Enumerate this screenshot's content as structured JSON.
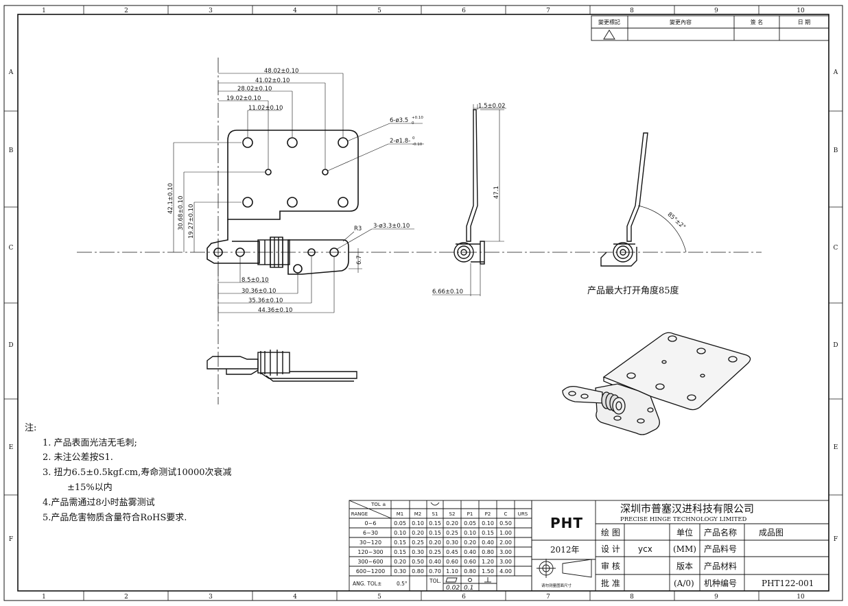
{
  "border": {
    "top_zones": [
      "1",
      "2",
      "3",
      "4",
      "5",
      "6",
      "7",
      "8",
      "9",
      "10"
    ],
    "bottom_zones": [
      "1",
      "2",
      "3",
      "4",
      "5",
      "6",
      "7",
      "8",
      "9",
      "10"
    ],
    "left_zones": [
      "A",
      "B",
      "C",
      "D",
      "E",
      "F"
    ],
    "right_zones": [
      "A",
      "B",
      "C",
      "D",
      "E",
      "F"
    ]
  },
  "revision_block": {
    "col_mark": "變更標記",
    "col_content": "變更內容",
    "col_sign": "簽 名",
    "col_date": "日 期"
  },
  "front_view": {
    "dims_top": [
      "48.02±0.10",
      "41.02±0.10",
      "28.02±0.10",
      "19.02±0.10",
      "11.02±0.10"
    ],
    "dims_left": [
      "42.1±0.10",
      "30.68±0.10",
      "19.27±0.10"
    ],
    "dims_bottom": [
      "8.5±0.10",
      "30.36±0.10",
      "35.36±0.10",
      "44.36±0.10"
    ],
    "callout_holes_big": "6-ø3.5",
    "callout_holes_big_tol": "+0.10",
    "callout_holes_big_tol_low": "0",
    "callout_holes_small": "2-ø1.8-",
    "callout_holes_small_tol": "0",
    "callout_holes_small_tol_low": "-0.10",
    "callout_r": "R3",
    "callout_holes_bracket": "3-ø3.3±0.10",
    "dim_67": "6.7"
  },
  "side_view": {
    "dim_thickness": "1.5±0.02",
    "dim_height": "47.1",
    "dim_bottom": "6.66±0.10"
  },
  "open_view": {
    "angle": "85°±2°",
    "caption": "产品最大打开角度85度"
  },
  "notes": {
    "heading": "注:",
    "lines": [
      "1. 产品表面光洁无毛刺;",
      "2. 未注公差按S1.",
      "3. 扭力6.5±0.5kgf.cm,寿命测试10000次衰减",
      "±15%以内",
      "4.产品需通过8小时盐雾测试",
      "5.产品危害物质含量符合RoHS要求."
    ]
  },
  "tolerance_table": {
    "corner_top": "TOL ±",
    "corner_bottom": "RANGE",
    "headers": [
      "M1",
      "M2",
      "S1",
      "S2",
      "P1",
      "P2",
      "C",
      "URS"
    ],
    "rows": [
      {
        "range": "0~6",
        "vals": [
          "0.05",
          "0.10",
          "0.15",
          "0.20",
          "0.05",
          "0.10",
          "0.50",
          ""
        ]
      },
      {
        "range": "6~30",
        "vals": [
          "0.10",
          "0.20",
          "0.15",
          "0.25",
          "0.10",
          "0.15",
          "1.00",
          ""
        ]
      },
      {
        "range": "30~120",
        "vals": [
          "0.15",
          "0.25",
          "0.20",
          "0.30",
          "0.20",
          "0.40",
          "2.00",
          ""
        ]
      },
      {
        "range": "120~300",
        "vals": [
          "0.15",
          "0.30",
          "0.25",
          "0.45",
          "0.40",
          "0.80",
          "3.00",
          ""
        ]
      },
      {
        "range": "300~600",
        "vals": [
          "0.20",
          "0.50",
          "0.40",
          "0.60",
          "0.60",
          "1.20",
          "3.00",
          ""
        ]
      },
      {
        "range": "600~1200",
        "vals": [
          "0.30",
          "0.80",
          "0.70",
          "1.10",
          "0.80",
          "1.50",
          "4.00",
          ""
        ]
      }
    ],
    "ang_label": "ANG. TOL±",
    "ang_value": "0.5°",
    "tol_label": "TOL.",
    "gdt_flat": "0.02",
    "gdt_pos": "0.1"
  },
  "title_block": {
    "logo": "PHT",
    "year": "2012年",
    "projection_note": "请勿测量图面尺寸",
    "company_cn": "深圳市普塞汉进科技有限公司",
    "company_en": "PRECISE HINGE TECHNOLOGY LIMITED",
    "draw_label": "绘 图",
    "design_label": "设 计",
    "designer": "ycx",
    "check_label": "审 核",
    "approve_label": "批 准",
    "unit_label": "单位",
    "unit_value": "(MM)",
    "version_label": "版本",
    "version_value": "(A/0)",
    "name_label": "产品名称",
    "name_value": "成品图",
    "material_code_label": "产品料号",
    "material_label": "产品材料",
    "model_label": "机种编号",
    "model_value": "PHT122-001"
  }
}
